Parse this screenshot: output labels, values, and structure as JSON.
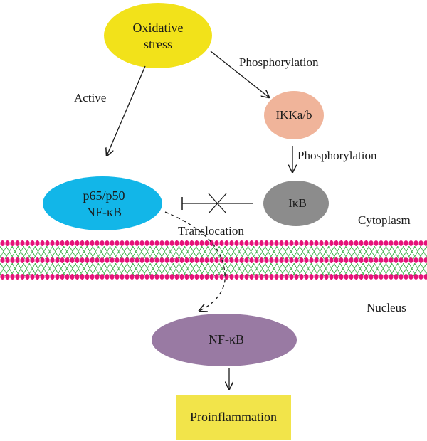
{
  "nodes": {
    "oxidative_stress": {
      "line1": "Oxidative",
      "line2": "stress",
      "color": "#f2e21a"
    },
    "ikk": {
      "label": "IKKa/b",
      "color": "#f0b49a"
    },
    "ikb": {
      "label": "IκB",
      "color": "#8c8c8c"
    },
    "nfkb_complex": {
      "line1": "p65/p50",
      "line2": "NF-κB",
      "color": "#12b6e8"
    },
    "nfkb_nuclear": {
      "label": "NF-κB",
      "color": "#997aa3"
    },
    "proinflammation": {
      "label": "Proinflammation",
      "color": "#f2e44a"
    }
  },
  "edges": {
    "active": "Active",
    "phosphorylation_top": "Phosphorylation",
    "phosphorylation_mid": "Phosphorylation",
    "translocation": "Translocation"
  },
  "regions": {
    "cytoplasm": "Cytoplasm",
    "nucleus": "Nucleus"
  },
  "membrane": {
    "head_color": "#e6137a",
    "tail_color": "#3fb04a"
  }
}
